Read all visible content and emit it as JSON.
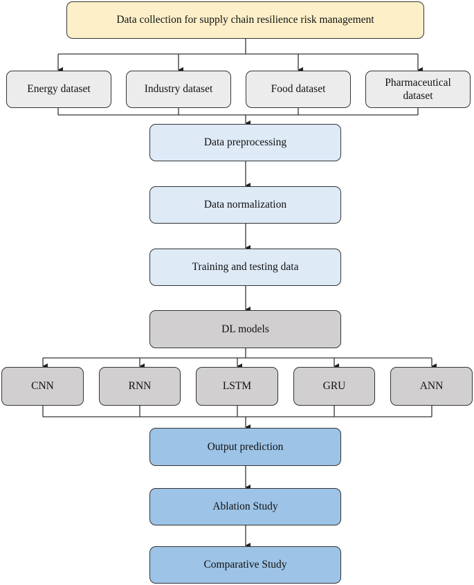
{
  "title": "Data collection for supply chain resilience risk management",
  "datasets": [
    "Energy dataset",
    "Industry dataset",
    "Food dataset",
    "Pharmaceutical dataset"
  ],
  "steps": {
    "preprocessing": "Data preprocessing",
    "normalization": "Data normalization",
    "training": "Training and testing data",
    "models": "DL models",
    "output": "Output prediction",
    "ablation": "Ablation Study",
    "comparative": "Comparative Study"
  },
  "models": [
    "CNN",
    "RNN",
    "LSTM",
    "GRU",
    "ANN"
  ],
  "colors": {
    "title": "#fdf0c9",
    "dataset": "#ececec",
    "prep": "#deeaf6",
    "model": "#d1cfcf",
    "result": "#9dc3e6"
  }
}
